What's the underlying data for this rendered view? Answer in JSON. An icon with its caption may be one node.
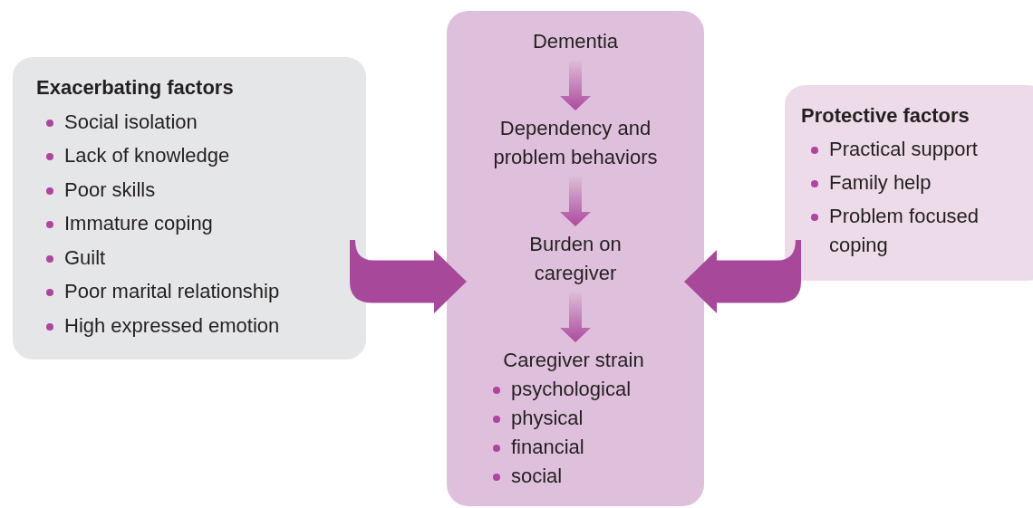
{
  "diagram": {
    "nodes": [
      {
        "text": [
          "Exacerbating factors",
          "Social isolation",
          "Lack of knowledge",
          "Poor skills",
          "Immature coping",
          "Guilt",
          "Poor marital relationship",
          "High expressed emotion"
        ]
      },
      {
        "text": [],
        "shape": "box"
      },
      {
        "text": [
          "Dementia"
        ],
        "in": 1
      },
      {
        "text": [
          "Dependency and problem behaviors"
        ],
        "in": 1
      },
      {
        "text": [
          "Burden on caregiver"
        ],
        "in": 1
      },
      {
        "text": [
          "Caregiver strain",
          "psychological",
          "physical",
          "financial",
          "social"
        ],
        "in": 1
      },
      {
        "text": [
          "Protective factors",
          "Practical support",
          "Family help",
          "Problem focused coping"
        ]
      }
    ],
    "edges": [
      {
        "from": 2,
        "to": 3,
        "arrow": "to"
      },
      {
        "from": 3,
        "to": 4,
        "arrow": "to"
      },
      {
        "from": 4,
        "to": 5,
        "arrow": "to"
      },
      {
        "from": 0,
        "to": 1,
        "arrow": "to",
        "style": "thick"
      },
      {
        "from": 6,
        "to": 1,
        "arrow": "to",
        "style": "thick"
      }
    ]
  }
}
